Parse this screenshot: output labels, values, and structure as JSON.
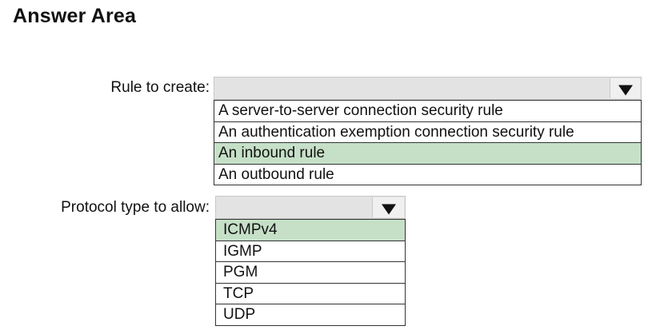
{
  "header": {
    "title": "Answer Area"
  },
  "rule_field": {
    "label": "Rule to create:",
    "selected_value": "",
    "options": [
      "A server-to-server connection security rule",
      "An authentication exemption connection security rule",
      "An inbound rule",
      "An outbound rule"
    ],
    "highlighted_option": "An inbound rule"
  },
  "protocol_field": {
    "label": "Protocol type to allow:",
    "selected_value": "",
    "options": [
      "ICMPv4",
      "IGMP",
      "PGM",
      "TCP",
      "UDP"
    ],
    "highlighted_option": "ICMPv4"
  },
  "colors": {
    "highlight": "#c6e0c8",
    "dropdown_header": "#e3e3e3",
    "border": "#333333"
  },
  "icons": {
    "dropdown_arrow": "chevron-down-icon"
  }
}
